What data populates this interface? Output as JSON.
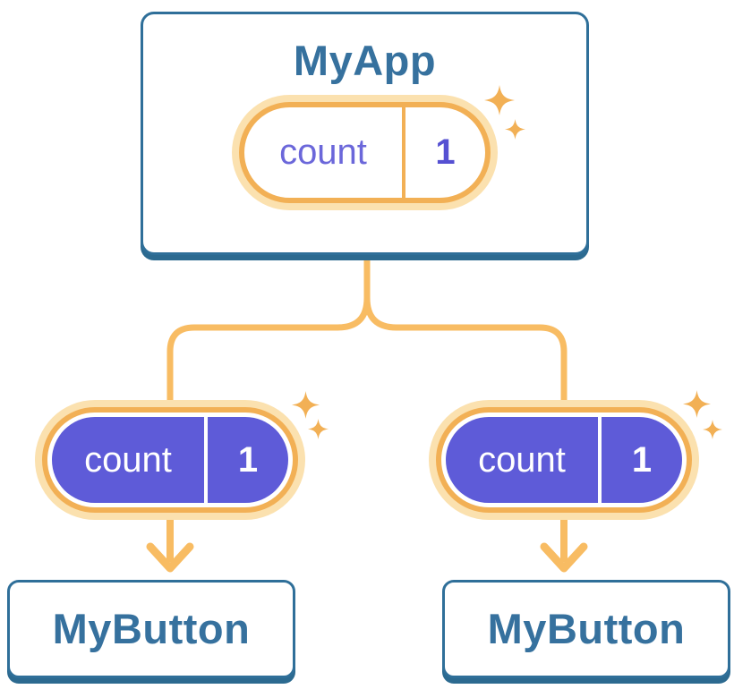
{
  "colors": {
    "blue_text": "#36719E",
    "blue_border": "#2F6F99",
    "blue_shadow": "#2C6A90",
    "orange_line": "#F8BC63",
    "orange_ring": "#F2B055",
    "orange_glow": "#FBE1AF",
    "purple_fill": "#5E5BD8",
    "purple_text": "#6B67DA",
    "purple_value": "#5550D2",
    "card_bg": "#FFFFFF"
  },
  "root_component": {
    "title": "MyApp",
    "state_pill": {
      "name": "count",
      "value": "1"
    }
  },
  "child_pills": {
    "left": {
      "name": "count",
      "value": "1"
    },
    "right": {
      "name": "count",
      "value": "1"
    }
  },
  "child_components": {
    "left": {
      "title": "MyButton"
    },
    "right": {
      "title": "MyButton"
    }
  }
}
